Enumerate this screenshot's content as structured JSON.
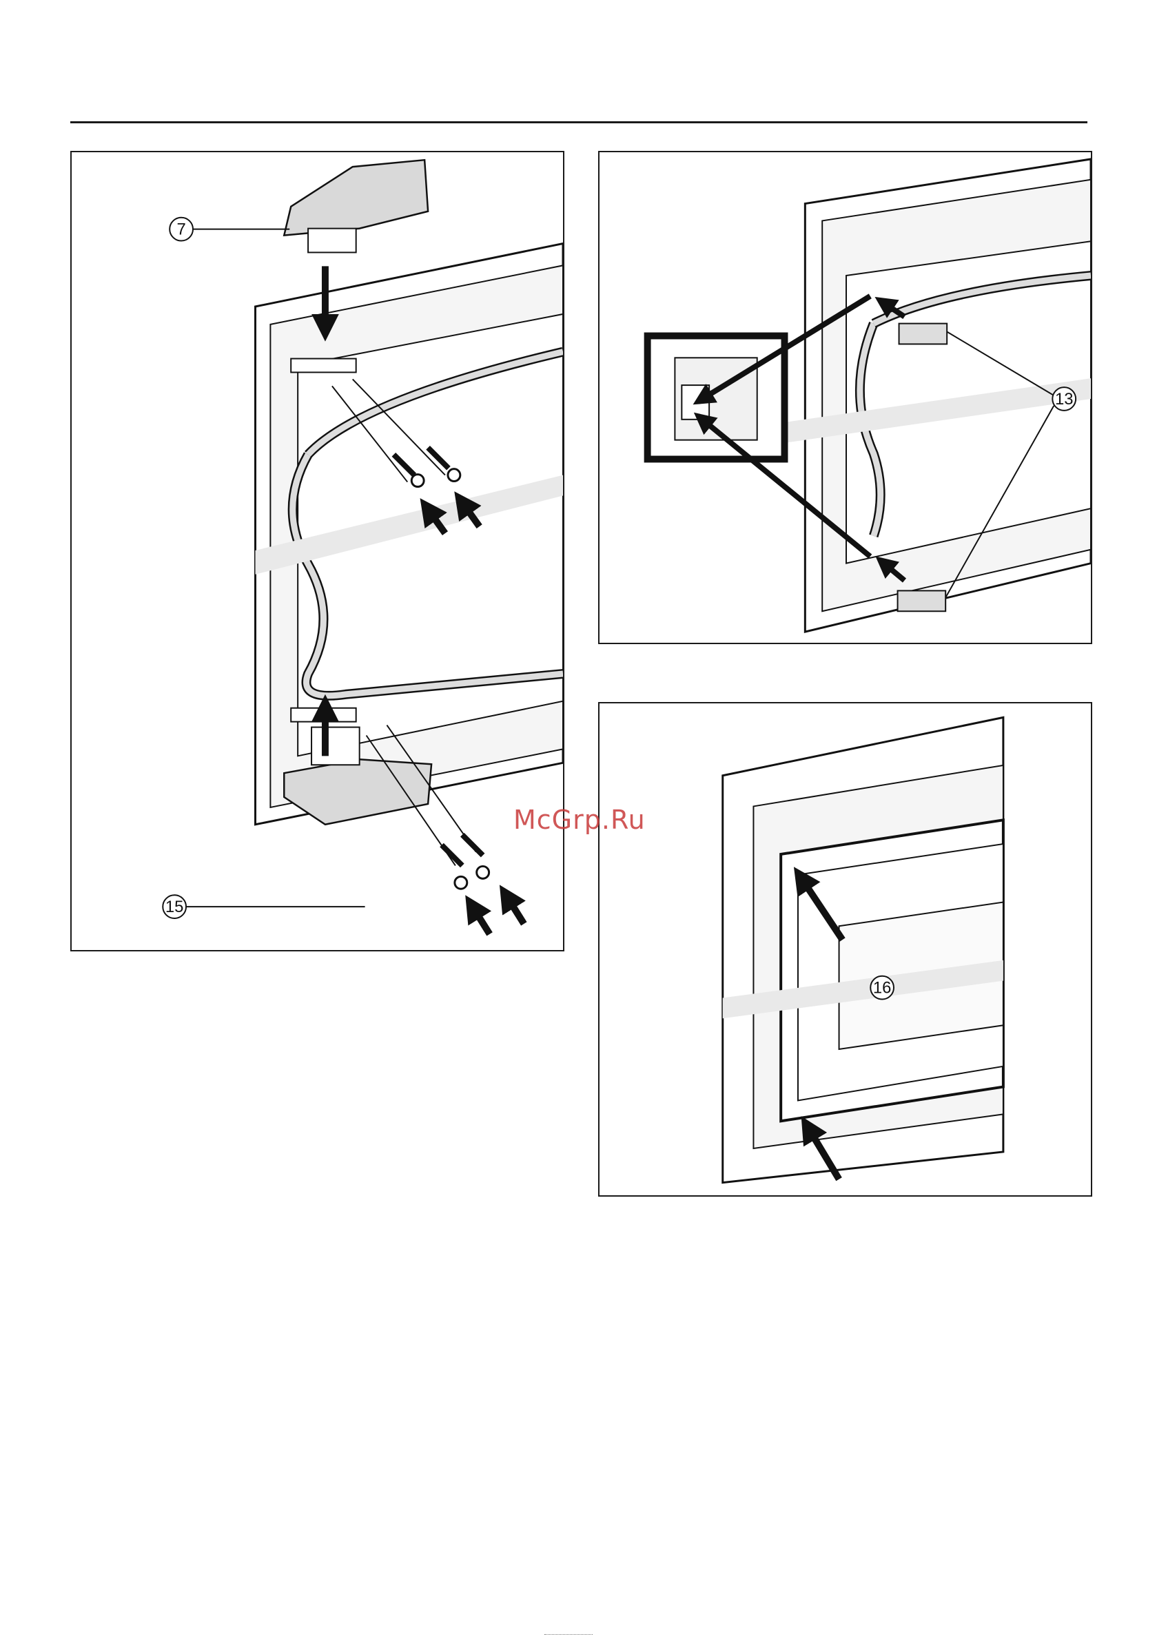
{
  "watermark": "McGrp.Ru",
  "panels": [
    {
      "id": "left",
      "callouts": [
        "⑦",
        "⑮"
      ]
    },
    {
      "id": "top-right",
      "callouts": [
        "⑬"
      ]
    },
    {
      "id": "bottom-right",
      "callouts": [
        "⑯"
      ]
    }
  ]
}
